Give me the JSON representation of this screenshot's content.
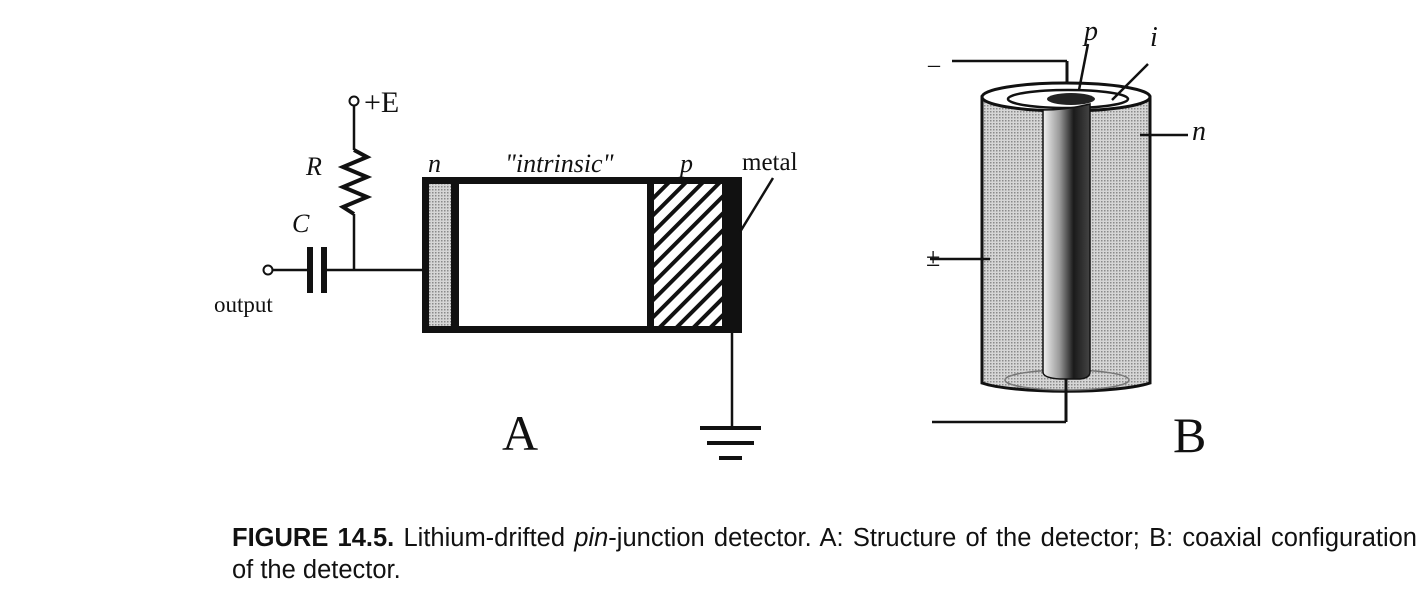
{
  "figure": {
    "panel_a": {
      "label": "A",
      "circuit": {
        "supply_label": "+E",
        "resistor_label": "R",
        "capacitor_label": "C",
        "output_label": "output"
      },
      "regions": {
        "n": "n",
        "intrinsic": "\"intrinsic\"",
        "p": "p",
        "metal": "metal"
      }
    },
    "panel_b": {
      "label": "B",
      "terminals": {
        "minus": "–",
        "plus": "±"
      },
      "regions": {
        "p": "p",
        "i": "i",
        "n": "n"
      }
    }
  },
  "caption": {
    "number": "FIGURE 14.5.",
    "text_1": " Lithium-drifted ",
    "emphasis": "pin",
    "text_2": "-junction detector. A: Structure of the detector; B: coaxial configuration of the detector."
  },
  "colors": {
    "ink": "#111111",
    "n_region_fill": "#bdbdbd",
    "cylinder_fill": "#b5b5b5"
  }
}
